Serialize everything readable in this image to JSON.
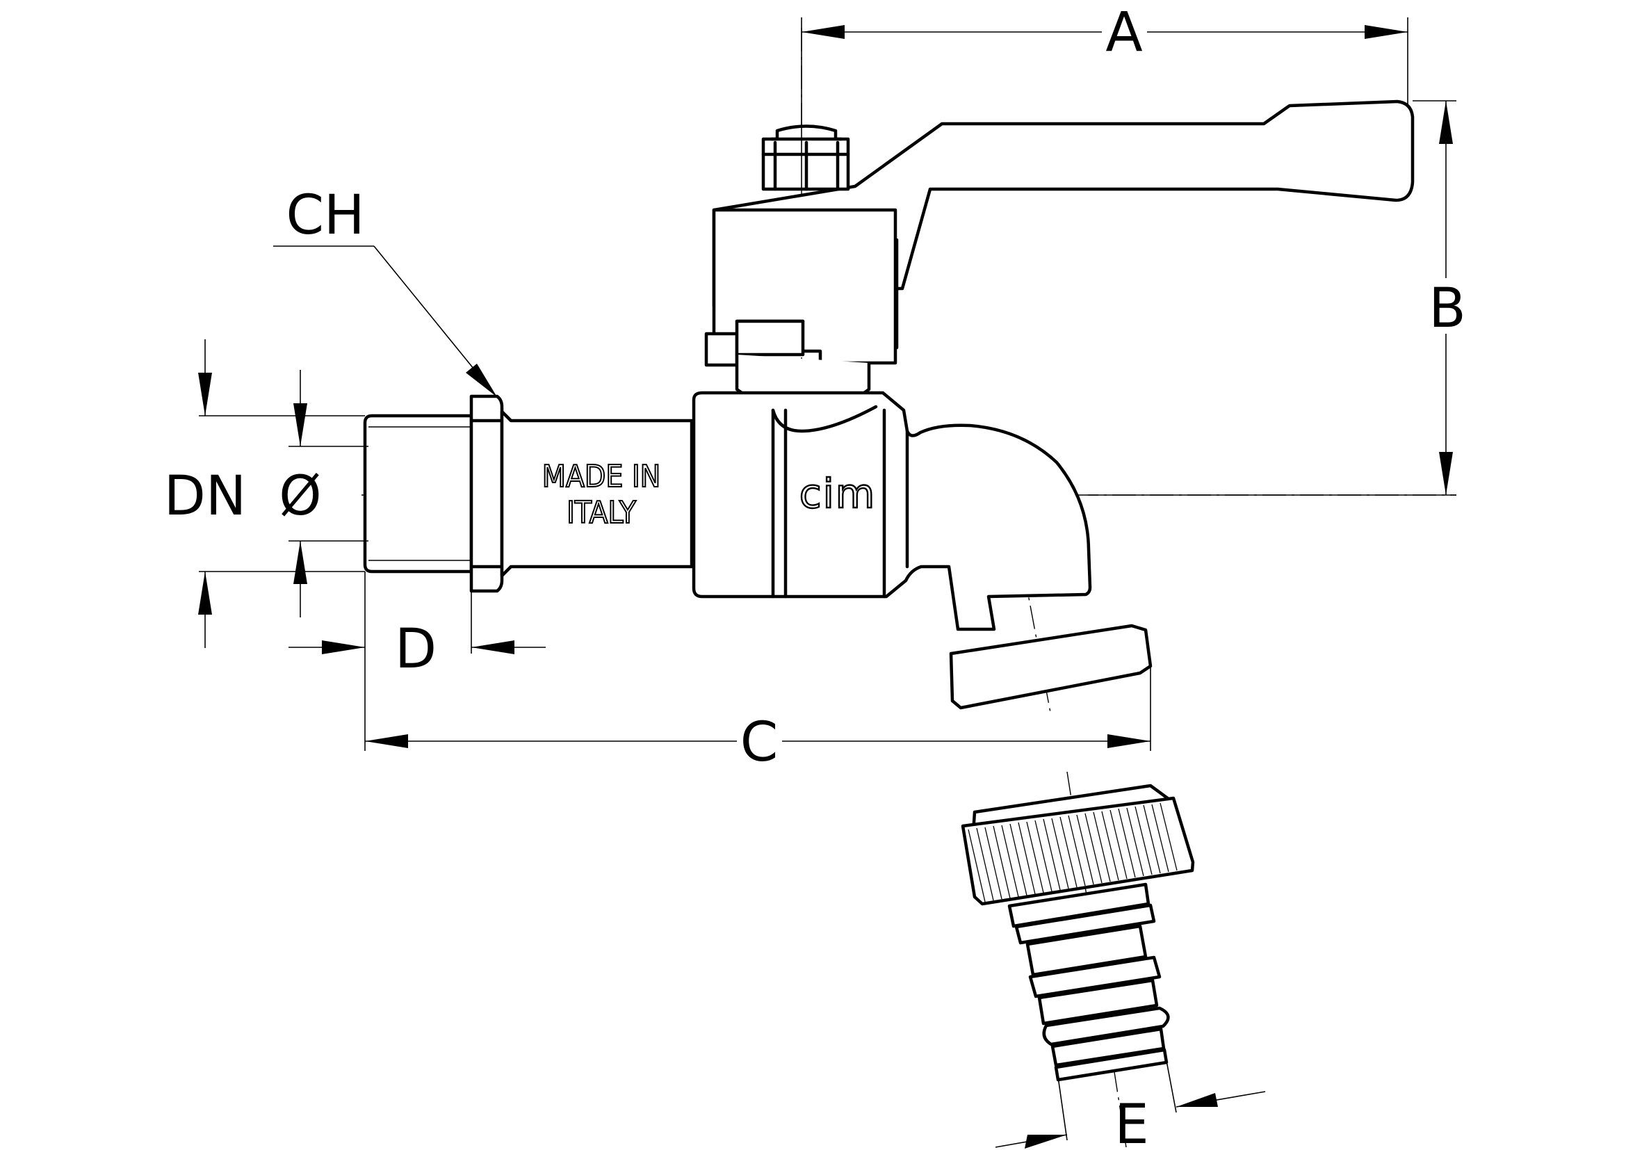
{
  "dimensions": {
    "a": "A",
    "b": "B",
    "c": "C",
    "d": "D",
    "e": "E",
    "ch": "CH",
    "dn": "DN",
    "diameter": "Ø"
  },
  "markings": {
    "made_in_line1": "MADE IN",
    "made_in_line2": "ITALY",
    "logo": "cim"
  }
}
